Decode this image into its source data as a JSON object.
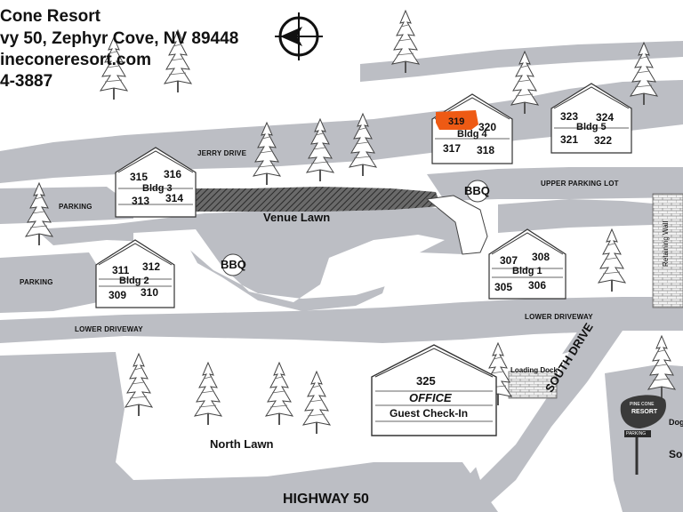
{
  "header": {
    "name": "Cone Resort",
    "address": "vy 50, Zephyr Cove, NV 89448",
    "website": "ineconeresort.com",
    "phone": "4-3887"
  },
  "roads": {
    "jerry_drive": "JERRY DRIVE",
    "upper_parking_lot": "UPPER PARKING LOT",
    "parking_left": "PARKING",
    "parking_mid": "PARKING",
    "lower_driveway_left": "LOWER DRIVEWAY",
    "lower_driveway_right": "LOWER DRIVEWAY",
    "south_drive": "SOUTH DRIVE",
    "highway": "HIGHWAY 50"
  },
  "areas": {
    "venue_lawn": "Venue Lawn",
    "north_lawn": "North Lawn",
    "bbq_upper": "BBQ",
    "bbq_left": "BBQ",
    "retaining_wall": "Retaining Wall",
    "loading_dock": "Loading Dock",
    "dog_partial": "Dog",
    "so_partial": "So"
  },
  "buildings": {
    "bldg3": {
      "name": "Bldg 3",
      "units": [
        "315",
        "316",
        "313",
        "314"
      ]
    },
    "bldg4": {
      "name": "Bldg 4",
      "units": [
        "319",
        "320",
        "317",
        "318"
      ],
      "highlighted": "319"
    },
    "bldg5": {
      "name": "Bldg 5",
      "units": [
        "323",
        "324",
        "321",
        "322"
      ]
    },
    "bldg2": {
      "name": "Bldg 2",
      "units": [
        "311",
        "312",
        "309",
        "310"
      ]
    },
    "bldg1": {
      "name": "Bldg 1",
      "units": [
        "307",
        "308",
        "305",
        "306"
      ]
    },
    "office": {
      "unit": "325",
      "name": "OFFICE",
      "sub": "Guest Check-In"
    }
  },
  "sign": {
    "line1": "PINE CONE",
    "line2": "RESORT",
    "arrow": "PARKING"
  },
  "colors": {
    "road": "#bcbec4",
    "highlight": "#ee5a14",
    "lawn_hatch": "#4a4a4a"
  }
}
